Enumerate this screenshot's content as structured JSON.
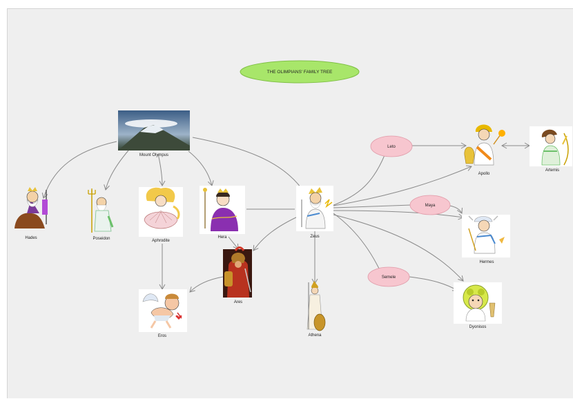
{
  "title": "THE OLIMPIANS' FAMILY TREE",
  "mountain_label": "Mount Olympus",
  "gods": {
    "hades": "Hades",
    "poseidon": "Poseidon",
    "aphrodite": "Aphrodite",
    "hera": "Hera",
    "zeus": "Zeus",
    "ares": "Ares",
    "eros": "Eros",
    "athena": "Athena",
    "apollo": "Apollo",
    "artemis": "Artemis",
    "hermes": "Hermes",
    "dyonisos": "Dyonisos"
  },
  "mothers": {
    "leto": "Leto",
    "maya": "Maya",
    "semele": "Semele"
  },
  "colors": {
    "canvas": "#efefef",
    "title_fill": "#a8e66a",
    "mother_fill": "#f7c6cf",
    "edge": "#8a8a8a"
  }
}
